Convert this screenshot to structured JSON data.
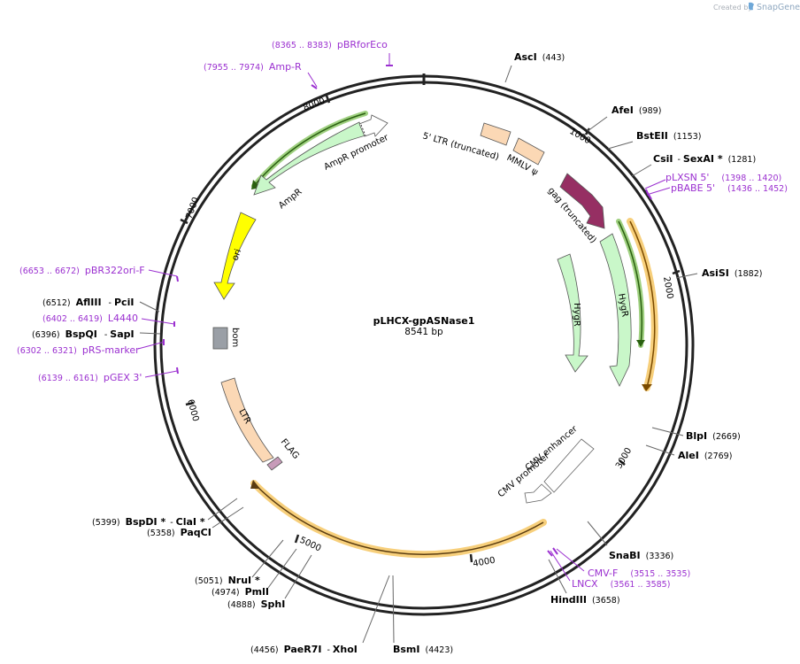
{
  "branding": {
    "created_by": "Created by",
    "app_name": "SnapGene"
  },
  "plasmid": {
    "name": "pLHCX-gpASNase1",
    "length": "8541 bp"
  },
  "ticks": [
    "1000",
    "2000",
    "3000",
    "4000",
    "5000",
    "6000",
    "7000",
    "8000"
  ],
  "enzymes": {
    "asci": {
      "name": "AscI",
      "pos": "(443)"
    },
    "afei": {
      "name": "AfeI",
      "pos": "(989)"
    },
    "bsteii": {
      "name": "BstEII",
      "pos": "(1153)"
    },
    "csi": {
      "name": "CsiI",
      "sep": "-",
      "name2": "SexAI *",
      "pos": "(1281)"
    },
    "asisi": {
      "name": "AsiSI",
      "pos": "(1882)"
    },
    "blpi": {
      "name": "BlpI",
      "pos": "(2669)"
    },
    "alei": {
      "name": "AleI",
      "pos": "(2769)"
    },
    "snabi": {
      "name": "SnaBI",
      "pos": "(3336)"
    },
    "hindiii": {
      "name": "HindIII",
      "pos": "(3658)"
    },
    "bsmi": {
      "name": "BsmI",
      "pos": "(4423)"
    },
    "paer7i": {
      "pos": "(4456)",
      "name": "PaeR7I",
      "sep": "-",
      "name2": "XhoI"
    },
    "sphi": {
      "pos": "(4888)",
      "name": "SphI"
    },
    "pmli": {
      "pos": "(4974)",
      "name": "PmlI"
    },
    "nrui": {
      "pos": "(5051)",
      "name": "NruI *"
    },
    "paqci": {
      "pos": "(5358)",
      "name": "PaqCI"
    },
    "bspdi": {
      "pos": "(5399)",
      "name": "BspDI *",
      "sep": "-",
      "name2": "ClaI *"
    },
    "bspqi": {
      "pos": "(6396)",
      "name": "BspQI",
      "sep": "-",
      "name2": "SapI"
    },
    "afliii": {
      "pos": "(6512)",
      "name": "AflIII",
      "sep": "-",
      "name2": "PciI"
    }
  },
  "primers": {
    "pbrforeco": {
      "pos": "(8365 .. 8383)",
      "name": "pBRforEco"
    },
    "ampr": {
      "pos": "(7955 .. 7974)",
      "name": "Amp-R"
    },
    "plxsn": {
      "name": "pLXSN 5'",
      "pos": "(1398 .. 1420)"
    },
    "pbabe": {
      "name": "pBABE 5'",
      "pos": "(1436 .. 1452)"
    },
    "cmvf": {
      "name": "CMV-F",
      "pos": "(3515 .. 3535)"
    },
    "lncx": {
      "name": "LNCX",
      "pos": "(3561 .. 3585)"
    },
    "pbr322": {
      "pos": "(6653 .. 6672)",
      "name": "pBR322ori-F"
    },
    "l4440": {
      "pos": "(6402 .. 6419)",
      "name": "L4440"
    },
    "prs": {
      "pos": "(6302 .. 6321)",
      "name": "pRS-marker"
    },
    "pgex": {
      "pos": "(6139 .. 6161)",
      "name": "pGEX 3'"
    }
  },
  "features": {
    "ltr5": "5' LTR (truncated)",
    "mmlv": "MMLV ψ",
    "gag": "gag (truncated)",
    "hygr_inner": "HygR",
    "hygr_outer": "HygR",
    "cmv_enhancer": "CMV enhancer",
    "cmv_promoter": "CMV promoter",
    "ltr": "LTR",
    "flag": "FLAG",
    "bom": "bom",
    "ori": "ori",
    "ampr": "AmpR",
    "ampr_promoter": "AmpR promoter"
  },
  "colors": {
    "backbone": "#222222",
    "primer": "#9b30d0",
    "ltr": "#fbd8b5",
    "gag": "#962f63",
    "marker": "#c9f7c9",
    "ori": "#ffff00",
    "bom": "#9a9fa6",
    "flag": "#c79bb9",
    "highlight_orange": "#f5c35a",
    "highlight_green": "#55a020"
  }
}
